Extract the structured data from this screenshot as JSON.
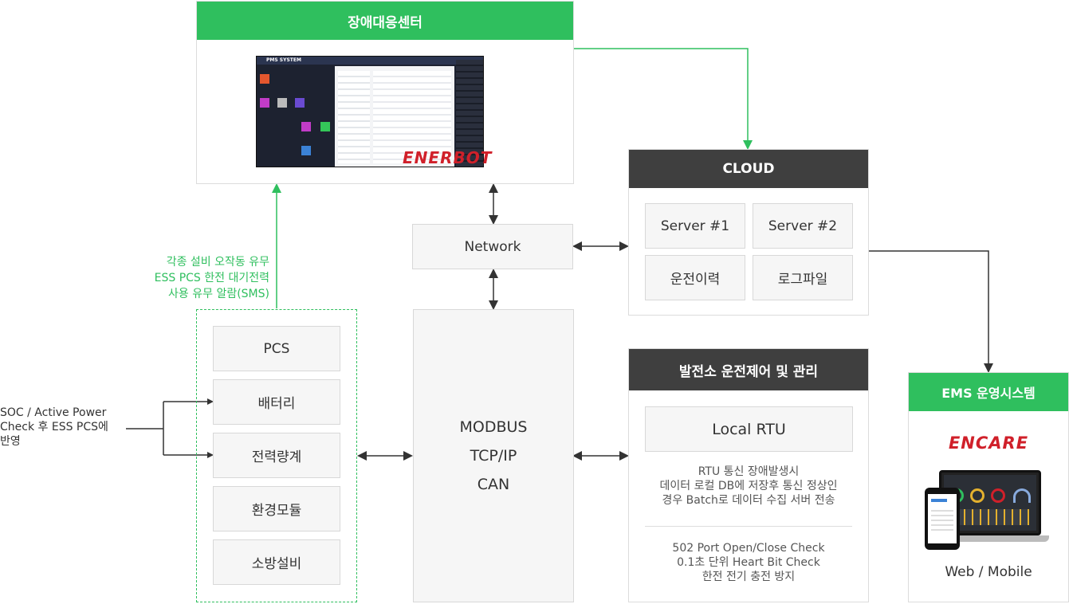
{
  "failure_center": {
    "title": "장애대응센터",
    "logo_text": "ENERBOT",
    "screenshot_title": "PMS SYSTEM"
  },
  "cloud": {
    "title": "CLOUD",
    "items": [
      "Server #1",
      "Server #2",
      "운전이력",
      "로그파일"
    ]
  },
  "network": {
    "label": "Network"
  },
  "protocol": {
    "lines": [
      "MODBUS",
      "TCP/IP",
      "CAN"
    ]
  },
  "alarm_note": {
    "lines": [
      "각종 설비 오작동 유무",
      "ESS PCS 한전 대기전력",
      "사용 유무 알람(SMS)"
    ]
  },
  "devices": {
    "items": [
      "PCS",
      "배터리",
      "전력량계",
      "환경모듈",
      "소방설비"
    ]
  },
  "soc_note": {
    "lines": [
      "SOC / Active Power",
      "Check 후 ESS PCS에",
      "반영"
    ]
  },
  "plant": {
    "title": "발전소 운전제어 및 관리",
    "rtu_label": "Local RTU",
    "desc1": [
      "RTU 통신 장애발생시",
      "데이터 로컬 DB에 저장후 통신 정상인",
      "경우 Batch로 데이터 수집 서버 전송"
    ],
    "desc2": [
      "502 Port Open/Close Check",
      "0.1초 단위 Heart Bit Check",
      "한전 전기 충전 방지"
    ]
  },
  "ems": {
    "title": "EMS 운영시스템",
    "logo_text": "ENCARE",
    "caption": "Web / Mobile"
  },
  "colors": {
    "green": "#2fbf5e",
    "dark": "#3f3f3f",
    "brand_red": "#d0202a"
  }
}
